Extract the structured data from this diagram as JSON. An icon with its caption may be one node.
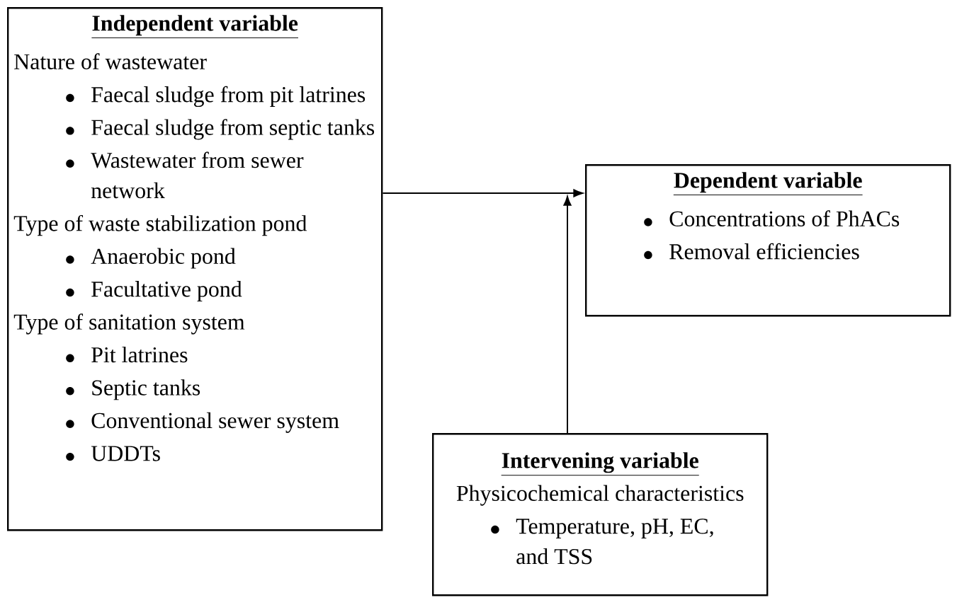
{
  "diagram": {
    "nodes": [
      {
        "text": [
          "Independent variable",
          "Nature of wastewater",
          "Faecal sludge from pit latrines",
          "Faecal sludge from septic tanks",
          "Wastewater from sewer network",
          "Type of waste stabilization pond",
          "Anaerobic pond",
          "Facultative pond",
          "Type of sanitation system",
          "Pit latrines",
          "Septic tanks",
          "Conventional sewer system",
          "UDDTs"
        ]
      },
      {
        "text": [
          "Dependent variable",
          "Concentrations of PhACs",
          "Removal efficiencies"
        ]
      },
      {
        "text": [
          "Intervening variable",
          "Physicochemical characteristics",
          "Temperature, pH, EC, and TSS"
        ]
      }
    ],
    "edges": [
      {
        "from": 0,
        "to": 1,
        "arrow": "to"
      },
      {
        "from": 2,
        "to": null,
        "arrow": "to"
      }
    ]
  }
}
